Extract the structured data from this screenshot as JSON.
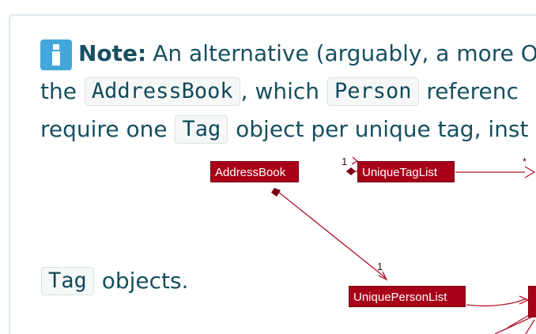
{
  "note": {
    "icon": "info-icon",
    "label": "Note:",
    "line1_text": "An alternative (arguably, a more OO",
    "line2_prefix": "the",
    "line2_code_1": "AddressBook",
    "line2_middle": ", which",
    "line2_code_2": "Person",
    "line2_suffix": "referenc",
    "line3_prefix": "require one",
    "line3_code": "Tag",
    "line3_suffix": "object per unique tag, inst",
    "line4_code": "Tag",
    "line4_suffix": "objects."
  },
  "diagram": {
    "addressbook": "AddressBook",
    "uniquetaglist": "UniqueTagList",
    "uniquepersonlist": "UniquePersonList",
    "multiplicity_tag": "1",
    "multiplicity_tag_many": "*",
    "multiplicity_person": "1"
  },
  "colors": {
    "text": "#16505f",
    "info_accent": "#43a7dc",
    "uml_fill": "#a80018",
    "uml_line": "#b2142c"
  }
}
